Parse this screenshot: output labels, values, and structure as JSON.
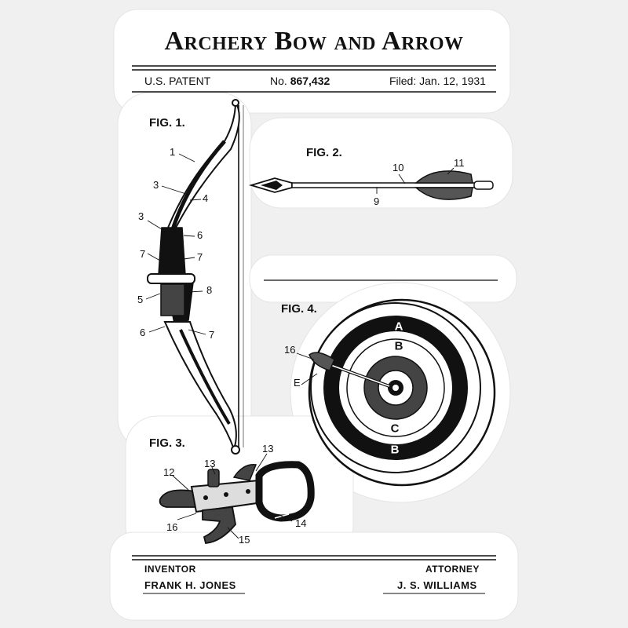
{
  "title": "Archery Bow and Arrow",
  "patent": {
    "label": "U.S. PATENT",
    "number_prefix": "No.",
    "number": "867,432",
    "filed": "Filed: Jan. 12, 1931"
  },
  "figures": {
    "fig1": "FIG. 1.",
    "fig2": "FIG. 2.",
    "fig3": "FIG. 3.",
    "fig4": "FIG. 4."
  },
  "callouts": {
    "bow": [
      "1",
      "3",
      "4",
      "3",
      "6",
      "7",
      "7",
      "5",
      "8",
      "6",
      "7"
    ],
    "arrow": [
      "10",
      "11",
      "9"
    ],
    "trigger": [
      "13",
      "13",
      "12",
      "16",
      "14",
      "15"
    ],
    "target": [
      "16",
      "E"
    ]
  },
  "target_rings": [
    "A",
    "B",
    "C",
    "B"
  ],
  "footer": {
    "inventor_label": "INVENTOR",
    "inventor_name": "FRANK H. JONES",
    "attorney_label": "ATTORNEY",
    "attorney_name": "J. S. WILLIAMS"
  },
  "colors": {
    "background": "#f0f0f0",
    "sticker": "#ffffff",
    "ink": "#111111"
  }
}
